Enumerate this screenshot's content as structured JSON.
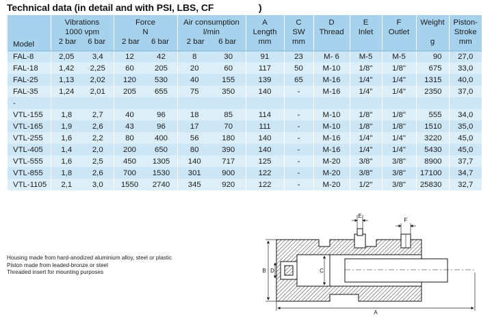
{
  "title": "Technical data (in detail and with PSI, LBS, CF",
  "title_paren": ")",
  "headers": {
    "model": "Model",
    "vibrations": "Vibrations",
    "vibrations_units": "1000 vpm",
    "force": "Force",
    "force_units": "N",
    "air": "Air consumption",
    "air_units": "l/min",
    "p2": "2 bar",
    "p6": "6 bar",
    "a": "A",
    "a_sub": "Length",
    "a_units": "mm",
    "c": "C",
    "c_sub": "SW",
    "c_units": "mm",
    "d": "D",
    "d_sub": "Thread",
    "e": "E",
    "e_sub": "Inlet",
    "f": "F",
    "f_sub": "Outlet",
    "weight": "Weight",
    "weight_units": "g",
    "piston": "Piston-",
    "piston_sub": "Stroke",
    "piston_units": "mm"
  },
  "rows": [
    [
      "FAL-8",
      "2,05",
      "3,4",
      "12",
      "42",
      "8",
      "30",
      "91",
      "23",
      "M- 6",
      "M-5",
      "M-5",
      "90",
      "27,0"
    ],
    [
      "FAL-18",
      "1,42",
      "2,25",
      "60",
      "205",
      "20",
      "60",
      "117",
      "50",
      "M-10",
      "1/8\"",
      "1/8\"",
      "675",
      "33,0"
    ],
    [
      "FAL-25",
      "1,13",
      "2,02",
      "120",
      "530",
      "40",
      "155",
      "139",
      "65",
      "M-16",
      "1/4\"",
      "1/4\"",
      "1315",
      "40,0"
    ],
    [
      "FAL-35",
      "1,24",
      "2,01",
      "205",
      "655",
      "75",
      "350",
      "140",
      "-",
      "M-16",
      "1/4\"",
      "1/4\"",
      "2350",
      "37,0"
    ],
    [
      "-",
      "",
      "",
      "",
      "",
      "",
      "",
      "",
      "",
      "",
      "",
      "",
      "",
      ""
    ],
    [
      "VTL-155",
      "1,8",
      "2,7",
      "40",
      "96",
      "18",
      "85",
      "114",
      "-",
      "M-10",
      "1/8\"",
      "1/8\"",
      "555",
      "34,0"
    ],
    [
      "VTL-165",
      "1,9",
      "2,6",
      "43",
      "96",
      "17",
      "70",
      "111",
      "-",
      "M-10",
      "1/8\"",
      "1/8\"",
      "1510",
      "35,0"
    ],
    [
      "VTL-255",
      "1,6",
      "2,2",
      "80",
      "400",
      "56",
      "180",
      "140",
      "-",
      "M-16",
      "1/4\"",
      "1/4\"",
      "3220",
      "45,0"
    ],
    [
      "VTL-405",
      "1,4",
      "2,0",
      "200",
      "650",
      "80",
      "390",
      "140",
      "-",
      "M-16",
      "1/4\"",
      "1/4\"",
      "5430",
      "45,0"
    ],
    [
      "VTL-555",
      "1,6",
      "2,5",
      "450",
      "1305",
      "140",
      "717",
      "125",
      "-",
      "M-20",
      "3/8\"",
      "3/8\"",
      "8900",
      "37,7"
    ],
    [
      "VTL-855",
      "1,8",
      "2,6",
      "700",
      "1530",
      "301",
      "900",
      "122",
      "-",
      "M-20",
      "3/8\"",
      "3/8\"",
      "17100",
      "34,7"
    ],
    [
      "VTL-1105",
      "2,1",
      "3,0",
      "1550",
      "2740",
      "345",
      "920",
      "122",
      "-",
      "M-20",
      "1/2\"",
      "3/8\"",
      "25830",
      "32,7"
    ]
  ],
  "notes": [
    "Housing made from hard-anodized aluminium alloy, steel or plastic",
    "Piston made from leaded-bronze or steel",
    "Threaded insert for mounting purposes"
  ],
  "drawing": {
    "labels": {
      "a": "A",
      "b": "B",
      "c": "C",
      "d": "D",
      "e": "E",
      "f": "F"
    }
  }
}
